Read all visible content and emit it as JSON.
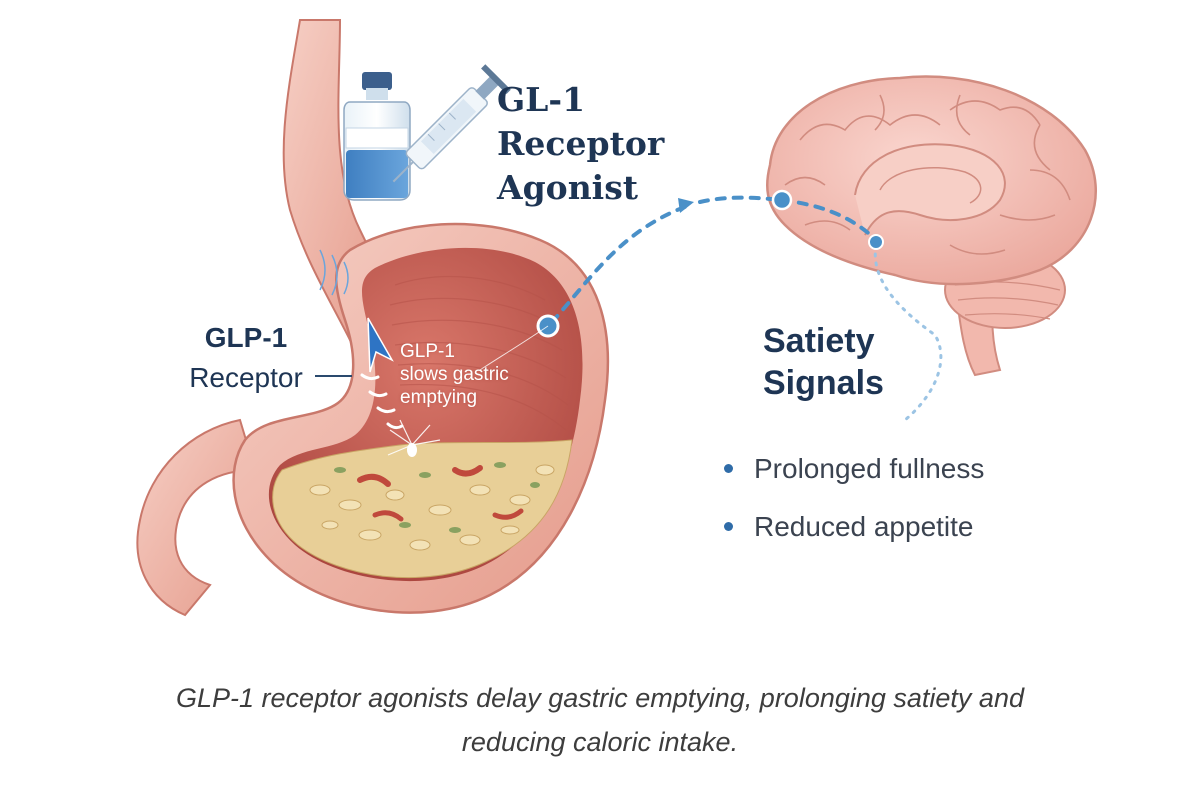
{
  "drug_label": {
    "line1": "GL-1",
    "line2": "Receptor",
    "line3": "Agonist"
  },
  "receptor_label": {
    "line1": "GLP-1",
    "line2": "Receptor"
  },
  "stomach_label": {
    "line1": "GLP-1",
    "line2": "slows gastric",
    "line3": "emptying"
  },
  "satiety": {
    "title_line1": "Satiety",
    "title_line2": "Signals",
    "items": [
      "Prolonged fullness",
      "Reduced appetite"
    ]
  },
  "caption": {
    "line1": "GLP-1 receptor agonists delay gastric emptying, prolonging satiety and",
    "line2": "reducing caloric intake."
  },
  "colors": {
    "navy_text": "#1e3554",
    "signal_blue": "#4a90c8",
    "stomach_wall": "#eeb3a5",
    "stomach_inner": "#c75f55",
    "brain_pink": "#f5c4bb",
    "bullet": "#2f6ca8"
  }
}
